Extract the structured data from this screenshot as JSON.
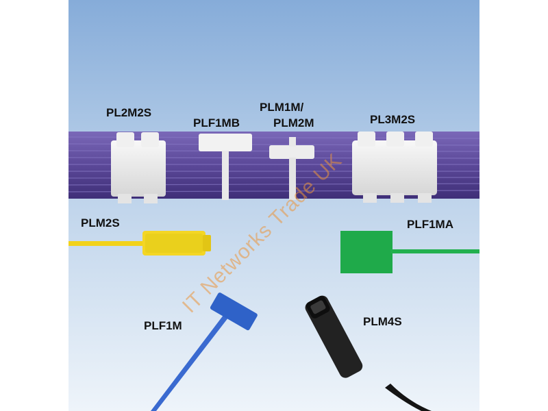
{
  "labels": {
    "pl2m2s": "PL2M2S",
    "plf1mb": "PLF1MB",
    "plm1m_line1": "PLM1M/",
    "plm1m_line2": "PLM2M",
    "pl3m2s": "PL3M2S",
    "plm2s": "PLM2S",
    "plf1ma": "PLF1MA",
    "plf1m": "PLF1M",
    "plm4s": "PLM4S"
  },
  "watermark": "IT Networks Trade UK",
  "colors": {
    "background_top": "#8fb3dd",
    "background_bottom": "#e8f0f8",
    "cable_bundle": "#5e4b9c",
    "tie_yellow": "#f2d21a",
    "tie_green": "#1faa4a",
    "tie_blue": "#2f62c8",
    "tie_black": "#1c1c1c",
    "tie_white": "#eeeeee"
  }
}
